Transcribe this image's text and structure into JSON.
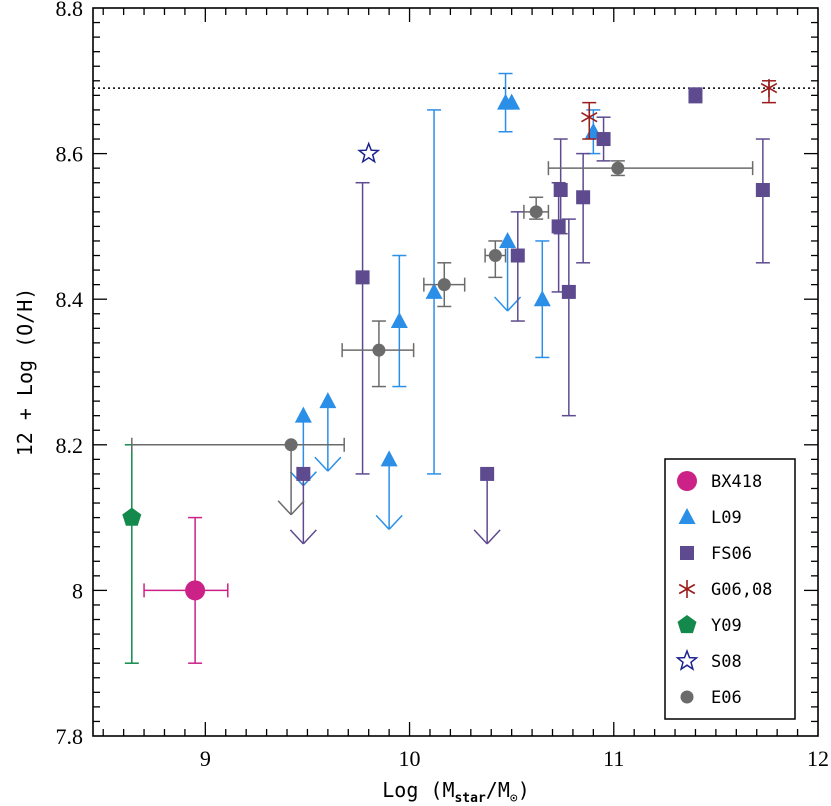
{
  "chart_data": {
    "type": "scatter",
    "xlabel": "Log (M",
    "xlabel_sub1": "star",
    "xlabel_mid": "/M",
    "xlabel_sub2": "⊙",
    "xlabel_end": ")",
    "ylabel": "12 + Log (O/H)",
    "xlim": [
      8.45,
      12
    ],
    "ylim": [
      7.8,
      8.8
    ],
    "x_ticks": [
      "9",
      "10",
      "11",
      "12"
    ],
    "y_ticks": [
      "7.8",
      "8",
      "8.2",
      "8.4",
      "8.6",
      "8.8"
    ],
    "reference_line_y": 8.69,
    "legend_position": "bottom-right",
    "series": [
      {
        "name": "BX418",
        "marker": "circle",
        "color": "#cc2288",
        "points": [
          {
            "x": 8.95,
            "y": 8.0,
            "xerr": [
              8.7,
              9.11
            ],
            "yerr": [
              7.9,
              8.1
            ]
          }
        ]
      },
      {
        "name": "L09",
        "marker": "triangle",
        "color": "#2b8fe8",
        "points": [
          {
            "x": 9.48,
            "y": 8.24,
            "upper_limit": true
          },
          {
            "x": 9.6,
            "y": 8.26,
            "upper_limit": true
          },
          {
            "x": 9.95,
            "y": 8.37,
            "yerr": [
              8.28,
              8.46
            ]
          },
          {
            "x": 9.9,
            "y": 8.18,
            "upper_limit": true
          },
          {
            "x": 10.12,
            "y": 8.41,
            "yerr": [
              8.16,
              8.66
            ]
          },
          {
            "x": 10.47,
            "y": 8.67,
            "yerr": [
              8.63,
              8.71
            ]
          },
          {
            "x": 10.5,
            "y": 8.67
          },
          {
            "x": 10.48,
            "y": 8.48,
            "upper_limit": true
          },
          {
            "x": 10.65,
            "y": 8.4,
            "yerr": [
              8.32,
              8.48
            ]
          },
          {
            "x": 10.9,
            "y": 8.63,
            "yerr": [
              8.6,
              8.66
            ]
          }
        ]
      },
      {
        "name": "FS06",
        "marker": "square",
        "color": "#5e4b8f",
        "points": [
          {
            "x": 9.48,
            "y": 8.16,
            "upper_limit": true
          },
          {
            "x": 9.77,
            "y": 8.43,
            "yerr": [
              8.16,
              8.56
            ]
          },
          {
            "x": 10.38,
            "y": 8.16,
            "upper_limit": true
          },
          {
            "x": 10.53,
            "y": 8.46,
            "yerr": [
              8.37,
              8.52
            ]
          },
          {
            "x": 10.73,
            "y": 8.5,
            "yerr": [
              8.41,
              8.56
            ]
          },
          {
            "x": 10.74,
            "y": 8.55,
            "yerr": [
              8.49,
              8.62
            ]
          },
          {
            "x": 10.78,
            "y": 8.41,
            "yerr": [
              8.24,
              8.51
            ]
          },
          {
            "x": 10.85,
            "y": 8.54,
            "yerr": [
              8.45,
              8.6
            ]
          },
          {
            "x": 10.95,
            "y": 8.62,
            "yerr": [
              8.59,
              8.65
            ]
          },
          {
            "x": 11.4,
            "y": 8.68,
            "yerr": [
              8.67,
              8.69
            ]
          },
          {
            "x": 11.73,
            "y": 8.55,
            "yerr": [
              8.45,
              8.62
            ]
          }
        ]
      },
      {
        "name": "G06,08",
        "marker": "asterisk",
        "color": "#9b1c1c",
        "points": [
          {
            "x": 10.88,
            "y": 8.65,
            "yerr": [
              8.62,
              8.67
            ]
          },
          {
            "x": 11.76,
            "y": 8.69,
            "yerr": [
              8.67,
              8.7
            ]
          }
        ]
      },
      {
        "name": "Y09",
        "marker": "pentagon",
        "color": "#138a4b",
        "points": [
          {
            "x": 8.64,
            "y": 8.1,
            "yerr": [
              7.9,
              8.2
            ]
          }
        ]
      },
      {
        "name": "S08",
        "marker": "star",
        "color": "#1c2390",
        "points": [
          {
            "x": 9.8,
            "y": 8.6
          }
        ]
      },
      {
        "name": "E06",
        "marker": "circle-small",
        "color": "#6b6b6b",
        "points": [
          {
            "x": 9.42,
            "y": 8.2,
            "xerr": [
              8.64,
              9.68
            ],
            "upper_limit": true
          },
          {
            "x": 9.85,
            "y": 8.33,
            "xerr": [
              9.67,
              10.02
            ],
            "yerr": [
              8.28,
              8.37
            ]
          },
          {
            "x": 10.17,
            "y": 8.42,
            "xerr": [
              10.07,
              10.27
            ],
            "yerr": [
              8.39,
              8.45
            ]
          },
          {
            "x": 10.42,
            "y": 8.46,
            "xerr": [
              10.37,
              10.47
            ],
            "yerr": [
              8.43,
              8.48
            ]
          },
          {
            "x": 10.62,
            "y": 8.52,
            "xerr": [
              10.56,
              10.68
            ],
            "yerr": [
              8.51,
              8.54
            ]
          },
          {
            "x": 11.02,
            "y": 8.58,
            "xerr": [
              10.68,
              11.68
            ],
            "yerr": [
              8.57,
              8.59
            ]
          }
        ]
      }
    ]
  }
}
